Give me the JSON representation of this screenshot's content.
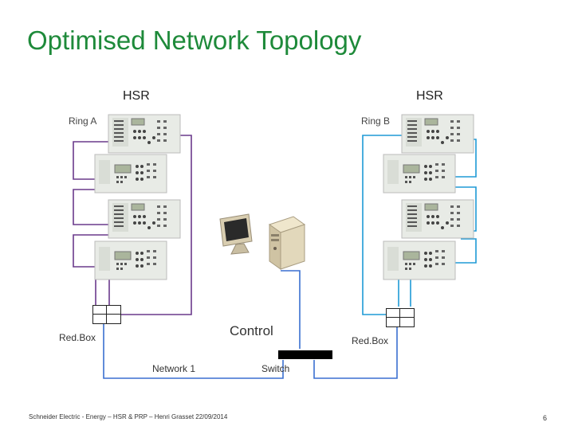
{
  "slide": {
    "title": "Optimised Network Topology",
    "hsr_left": "HSR",
    "hsr_right": "HSR",
    "ring_a": "Ring A",
    "ring_b": "Ring B",
    "redbox_left": "Red.Box",
    "redbox_right": "Red.Box",
    "control": "Control",
    "network": "Network 1",
    "switch": "Switch",
    "footer": "Schneider Electric - Energy – HSR & PRP – Henri Grasset 22/09/2014",
    "page_number": "6"
  },
  "colors": {
    "title": "#1e8a3a",
    "ring_a_line": "#6a3a8c",
    "ring_b_line": "#1e9ad6",
    "network_line": "#3a6fd0",
    "relay_body": "#e8ebe6",
    "switch": "#000000"
  },
  "icons": [
    "relay-device-icon",
    "computer-monitor-icon",
    "server-tower-icon"
  ]
}
